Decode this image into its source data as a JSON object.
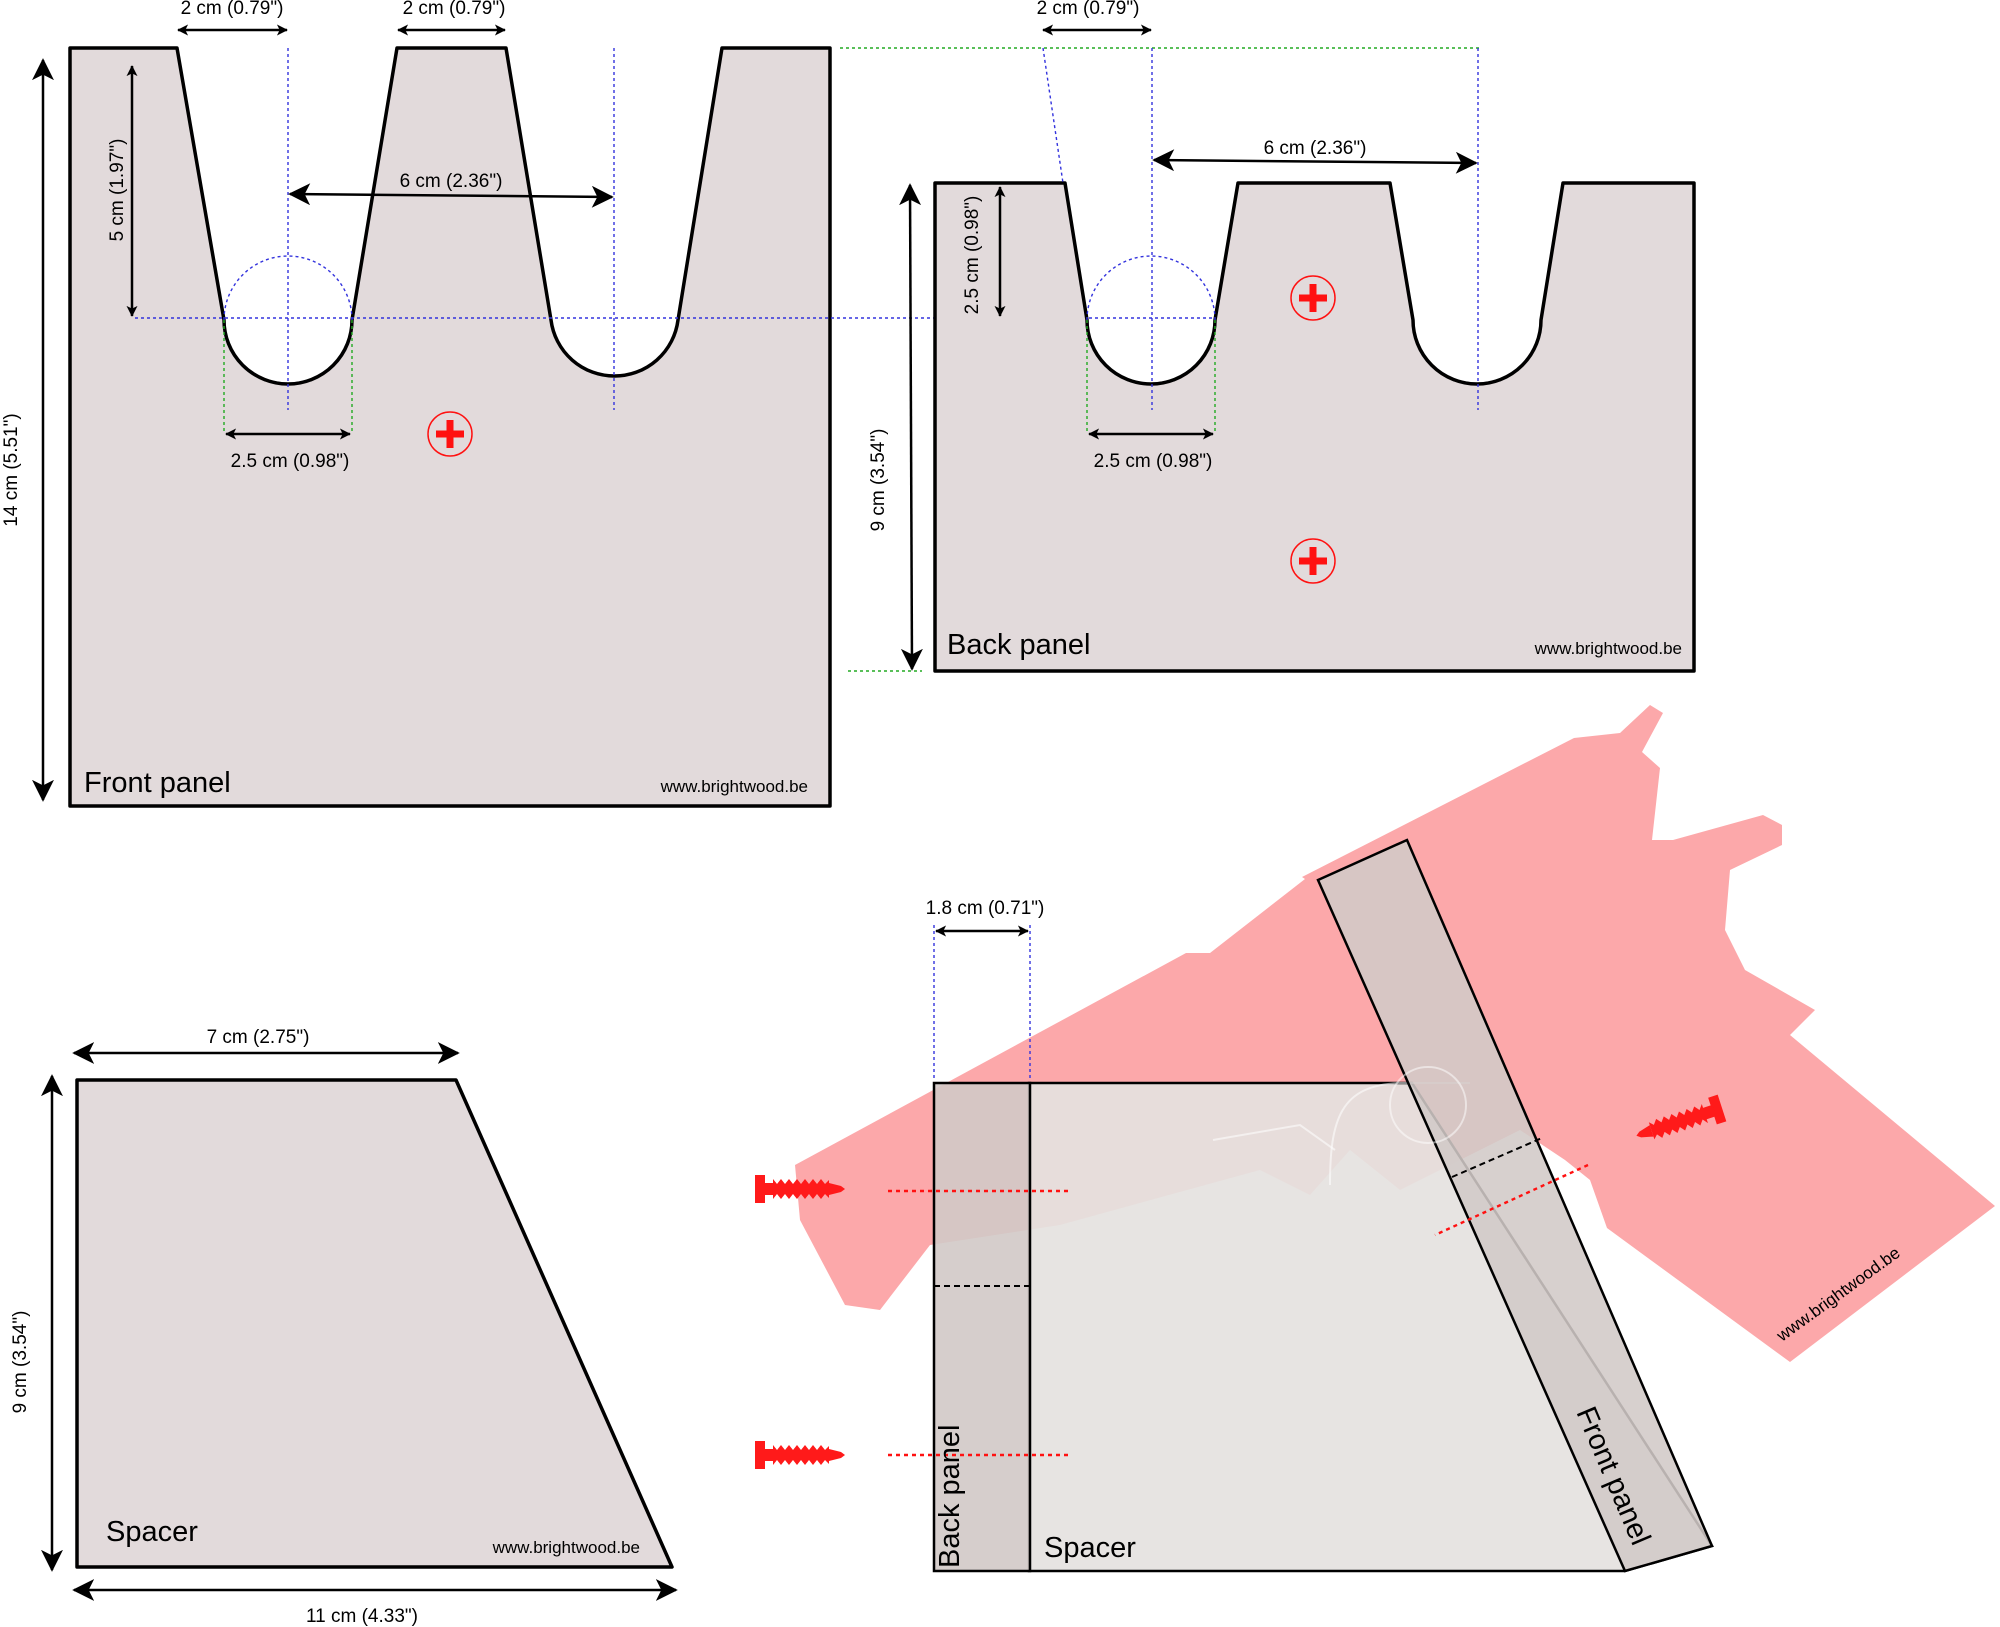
{
  "front_panel": {
    "label": "Front panel",
    "website": "www.brightwood.be",
    "dims": {
      "gap_left": "2 cm (0.79\")",
      "gap_right": "2 cm (0.79\")",
      "notch_depth": "5 cm (1.97\")",
      "notch_spacing": "6 cm (2.36\")",
      "notch_width": "2.5 cm (0.98\")",
      "height": "14 cm (5.51\")"
    }
  },
  "back_panel": {
    "label": "Back panel",
    "website": "www.brightwood.be",
    "dims": {
      "gap": "2 cm (0.79\")",
      "notch_spacing": "6 cm (2.36\")",
      "notch_depth": "2.5 cm (0.98\")",
      "notch_width": "2.5 cm (0.98\")",
      "height": "9 cm (3.54\")"
    }
  },
  "spacer": {
    "label": "Spacer",
    "website": "www.brightwood.be",
    "dims": {
      "top": "7 cm (2.75\")",
      "height": "9 cm (3.54\")",
      "bottom": "11 cm (4.33\")"
    }
  },
  "assembly": {
    "thickness": "1.8 cm (0.71\")",
    "back_panel_label": "Back panel",
    "spacer_label": "Spacer",
    "front_panel_label": "Front panel",
    "website": "www.brightwood.be"
  },
  "colors": {
    "panel_fill": "#e2dadb",
    "gun_silhouette": "#fca8aa",
    "screw": "#ff1a1a",
    "guide_blue": "#3333dd",
    "guide_green": "#22aa22"
  },
  "icons": [
    "screw-location-marker-icon",
    "wall-screw-icon",
    "pistol-silhouette-icon"
  ]
}
